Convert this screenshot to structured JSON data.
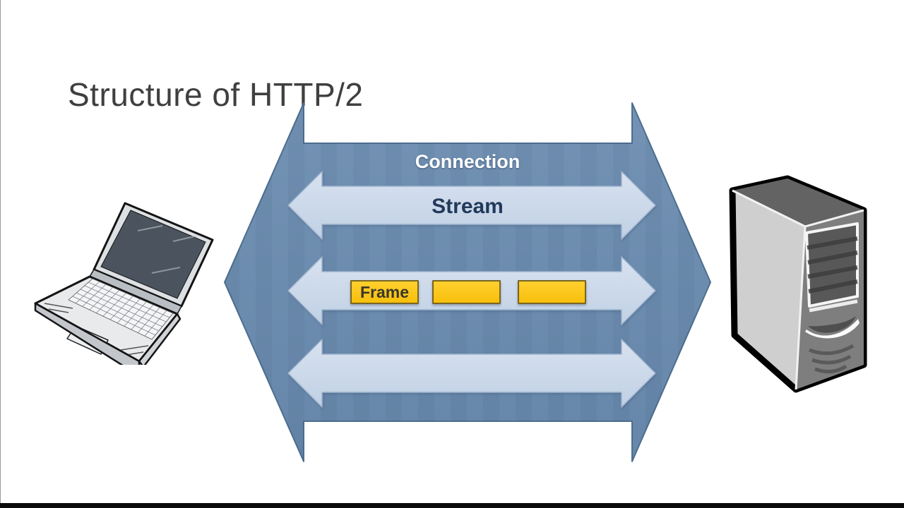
{
  "slide": {
    "title": "Structure of HTTP/2",
    "background_color": "#FFFFFF",
    "letterbox_color": "#0A0A0A",
    "title_color": "#3F3F3F"
  },
  "diagram": {
    "connection": {
      "label": "Connection",
      "fill_color": "#6D8FB2",
      "text_color": "#FFFFFF"
    },
    "streams": [
      {
        "label": "Stream"
      },
      {
        "label": "",
        "frames": [
          {
            "label": "Frame"
          },
          {
            "label": ""
          },
          {
            "label": ""
          }
        ]
      },
      {
        "label": ""
      }
    ],
    "stream_fill_color": "#C9D6E8",
    "stream_text_color": "#21395B",
    "frame_fill_color": "#FFC61E",
    "frame_border_color": "#7A6520",
    "frame_text_color": "#3A372A",
    "client_icon": "laptop-icon",
    "server_icon": "server-tower-icon"
  }
}
